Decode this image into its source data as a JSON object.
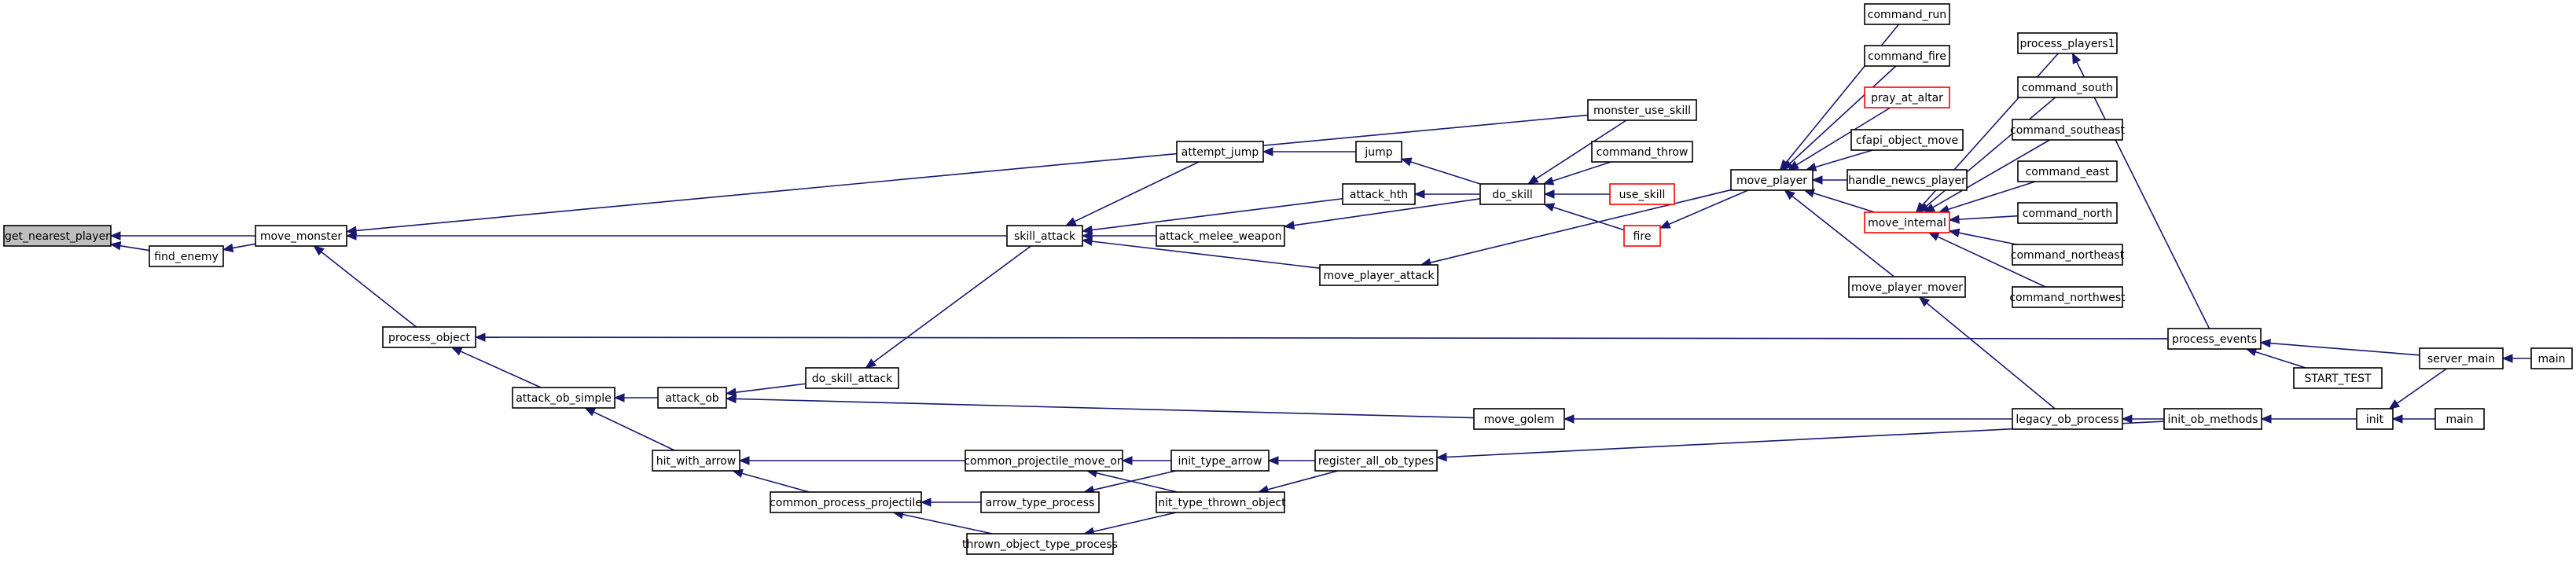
{
  "graph": {
    "root": "get_nearest_player",
    "colors": {
      "edge": "#191970",
      "node_border": "#000000",
      "root_fill": "#bfbfbf",
      "truncated_border": "#ff0000"
    },
    "nodes": [
      {
        "id": "get_nearest_player",
        "label": "get_nearest_player",
        "root": true
      },
      {
        "id": "find_enemy",
        "label": "find_enemy"
      },
      {
        "id": "move_monster",
        "label": "move_monster"
      },
      {
        "id": "process_object",
        "label": "process_object"
      },
      {
        "id": "attack_ob_simple",
        "label": "attack_ob_simple"
      },
      {
        "id": "attack_ob",
        "label": "attack_ob"
      },
      {
        "id": "hit_with_arrow",
        "label": "hit_with_arrow"
      },
      {
        "id": "do_skill_attack",
        "label": "do_skill_attack"
      },
      {
        "id": "common_process_projectile",
        "label": "common_process_projectile"
      },
      {
        "id": "skill_attack",
        "label": "skill_attack"
      },
      {
        "id": "common_projectile_move_on",
        "label": "common_projectile_move_on"
      },
      {
        "id": "arrow_type_process",
        "label": "arrow_type_process"
      },
      {
        "id": "thrown_object_type_process",
        "label": "thrown_object_type_process"
      },
      {
        "id": "attempt_jump",
        "label": "attempt_jump"
      },
      {
        "id": "attack_melee_weapon",
        "label": "attack_melee_weapon"
      },
      {
        "id": "init_type_arrow",
        "label": "init_type_arrow"
      },
      {
        "id": "init_type_thrown_object",
        "label": "init_type_thrown_object"
      },
      {
        "id": "register_all_ob_types",
        "label": "register_all_ob_types"
      },
      {
        "id": "jump",
        "label": "jump"
      },
      {
        "id": "attack_hth",
        "label": "attack_hth"
      },
      {
        "id": "move_player_attack",
        "label": "move_player_attack"
      },
      {
        "id": "move_golem",
        "label": "move_golem"
      },
      {
        "id": "do_skill",
        "label": "do_skill"
      },
      {
        "id": "monster_use_skill",
        "label": "monster_use_skill"
      },
      {
        "id": "command_throw",
        "label": "command_throw"
      },
      {
        "id": "use_skill",
        "label": "use_skill",
        "truncated": true
      },
      {
        "id": "fire",
        "label": "fire",
        "truncated": true
      },
      {
        "id": "move_player",
        "label": "move_player"
      },
      {
        "id": "command_run",
        "label": "command_run"
      },
      {
        "id": "command_fire",
        "label": "command_fire"
      },
      {
        "id": "pray_at_altar",
        "label": "pray_at_altar",
        "truncated": true
      },
      {
        "id": "cfapi_object_move",
        "label": "cfapi_object_move"
      },
      {
        "id": "handle_newcs_player",
        "label": "handle_newcs_player"
      },
      {
        "id": "move_internal",
        "label": "move_internal",
        "truncated": true
      },
      {
        "id": "move_player_mover",
        "label": "move_player_mover"
      },
      {
        "id": "legacy_ob_process",
        "label": "legacy_ob_process"
      },
      {
        "id": "process_players1",
        "label": "process_players1"
      },
      {
        "id": "command_south",
        "label": "command_south"
      },
      {
        "id": "command_southeast",
        "label": "command_southeast"
      },
      {
        "id": "command_east",
        "label": "command_east"
      },
      {
        "id": "command_north",
        "label": "command_north"
      },
      {
        "id": "command_northeast",
        "label": "command_northeast"
      },
      {
        "id": "command_northwest",
        "label": "command_northwest"
      },
      {
        "id": "process_events",
        "label": "process_events"
      },
      {
        "id": "START_TEST",
        "label": "START_TEST"
      },
      {
        "id": "init_ob_methods",
        "label": "init_ob_methods"
      },
      {
        "id": "init",
        "label": "init"
      },
      {
        "id": "server_main",
        "label": "server_main"
      },
      {
        "id": "main_1",
        "label": "main"
      },
      {
        "id": "main_2",
        "label": "main"
      }
    ],
    "edges": [
      [
        "find_enemy",
        "get_nearest_player"
      ],
      [
        "move_monster",
        "get_nearest_player"
      ],
      [
        "move_monster",
        "find_enemy"
      ],
      [
        "process_object",
        "move_monster"
      ],
      [
        "process_events",
        "process_object"
      ],
      [
        "attack_ob_simple",
        "process_object"
      ],
      [
        "attack_ob",
        "attack_ob_simple"
      ],
      [
        "hit_with_arrow",
        "attack_ob_simple"
      ],
      [
        "do_skill_attack",
        "attack_ob"
      ],
      [
        "move_golem",
        "attack_ob"
      ],
      [
        "skill_attack",
        "do_skill_attack"
      ],
      [
        "skill_attack",
        "move_monster"
      ],
      [
        "attempt_jump",
        "skill_attack"
      ],
      [
        "attack_hth",
        "skill_attack"
      ],
      [
        "attack_melee_weapon",
        "skill_attack"
      ],
      [
        "move_player_attack",
        "skill_attack"
      ],
      [
        "jump",
        "attempt_jump"
      ],
      [
        "do_skill",
        "jump"
      ],
      [
        "do_skill",
        "attack_hth"
      ],
      [
        "do_skill",
        "attack_melee_weapon"
      ],
      [
        "monster_use_skill",
        "move_monster"
      ],
      [
        "monster_use_skill",
        "do_skill"
      ],
      [
        "command_throw",
        "do_skill"
      ],
      [
        "use_skill",
        "do_skill"
      ],
      [
        "fire",
        "do_skill"
      ],
      [
        "move_player",
        "fire"
      ],
      [
        "move_player",
        "move_player_attack"
      ],
      [
        "command_run",
        "move_player"
      ],
      [
        "command_fire",
        "move_player"
      ],
      [
        "pray_at_altar",
        "move_player"
      ],
      [
        "cfapi_object_move",
        "move_player"
      ],
      [
        "handle_newcs_player",
        "move_player"
      ],
      [
        "move_internal",
        "move_player"
      ],
      [
        "move_player_mover",
        "move_player"
      ],
      [
        "process_players1",
        "move_internal"
      ],
      [
        "command_south",
        "move_internal"
      ],
      [
        "command_southeast",
        "move_internal"
      ],
      [
        "command_east",
        "move_internal"
      ],
      [
        "command_north",
        "move_internal"
      ],
      [
        "command_northeast",
        "move_internal"
      ],
      [
        "command_northwest",
        "move_internal"
      ],
      [
        "legacy_ob_process",
        "move_player_mover"
      ],
      [
        "legacy_ob_process",
        "move_golem"
      ],
      [
        "init_ob_methods",
        "legacy_ob_process"
      ],
      [
        "init_ob_methods",
        "register_all_ob_types"
      ],
      [
        "init",
        "init_ob_methods"
      ],
      [
        "main_2",
        "init"
      ],
      [
        "server_main",
        "init"
      ],
      [
        "main_1",
        "server_main"
      ],
      [
        "server_main",
        "process_events"
      ],
      [
        "START_TEST",
        "process_events"
      ],
      [
        "process_events",
        "process_players1"
      ],
      [
        "common_projectile_move_on",
        "hit_with_arrow"
      ],
      [
        "common_process_projectile",
        "hit_with_arrow"
      ],
      [
        "arrow_type_process",
        "common_process_projectile"
      ],
      [
        "thrown_object_type_process",
        "common_process_projectile"
      ],
      [
        "init_type_arrow",
        "common_projectile_move_on"
      ],
      [
        "init_type_thrown_object",
        "common_projectile_move_on"
      ],
      [
        "init_type_arrow",
        "arrow_type_process"
      ],
      [
        "init_type_thrown_object",
        "thrown_object_type_process"
      ],
      [
        "register_all_ob_types",
        "init_type_arrow"
      ],
      [
        "register_all_ob_types",
        "init_type_thrown_object"
      ]
    ]
  }
}
